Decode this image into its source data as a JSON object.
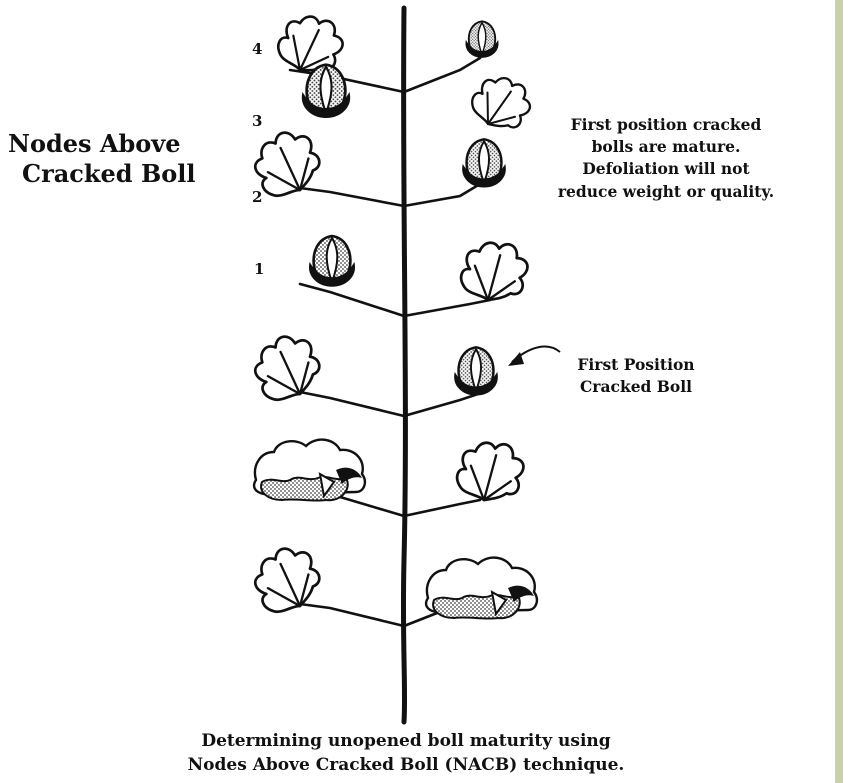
{
  "title": {
    "line1": "Nodes Above",
    "line2": "Cracked Boll"
  },
  "node_labels": [
    "4",
    "3",
    "2",
    "1"
  ],
  "note": {
    "line1": "First position cracked",
    "line2": "bolls are mature.",
    "line3": "Defoliation will not",
    "line4": "reduce weight or quality."
  },
  "callout": {
    "line1": "First Position",
    "line2": "Cracked Boll"
  },
  "caption": {
    "line1": "Determining unopened boll maturity using",
    "line2": "Nodes Above Cracked Boll (NACB) technique."
  },
  "colors": {
    "ink": "#111111",
    "background": "#ffffff",
    "side_bar": "#c8d2a6",
    "stipple": "#555555"
  }
}
